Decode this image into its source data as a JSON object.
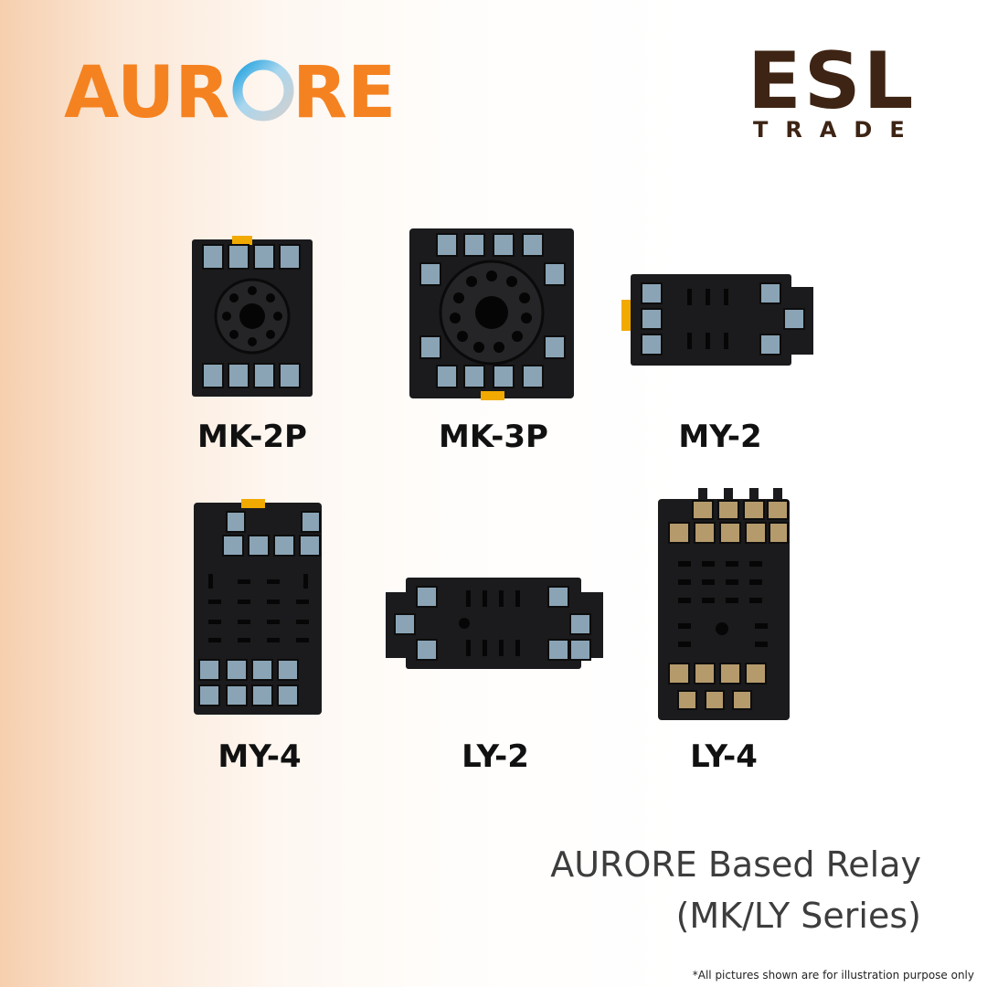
{
  "brand": {
    "aurore": {
      "text": "AURORE",
      "colors": {
        "orange": "#f58220",
        "ring_blue": "#1fa2e0",
        "ring_grey": "#c9c9c9"
      }
    },
    "esl": {
      "main": "ESL",
      "sub": "TRADE",
      "color": "#3e2414"
    }
  },
  "products": [
    {
      "label": "MK-2P",
      "icon": "relay-socket-mk-2p-image"
    },
    {
      "label": "MK-3P",
      "icon": "relay-socket-mk-3p-image"
    },
    {
      "label": "MY-2",
      "icon": "relay-socket-my-2-image"
    },
    {
      "label": "MY-4",
      "icon": "relay-socket-my-4-image"
    },
    {
      "label": "LY-2",
      "icon": "relay-socket-ly-2-image"
    },
    {
      "label": "LY-4",
      "icon": "relay-socket-ly-4-image"
    }
  ],
  "caption": {
    "line1": "AURORE Based Relay",
    "line2": "(MK/LY Series)"
  },
  "disclaimer": "*All pictures shown are for illustration purpose only"
}
